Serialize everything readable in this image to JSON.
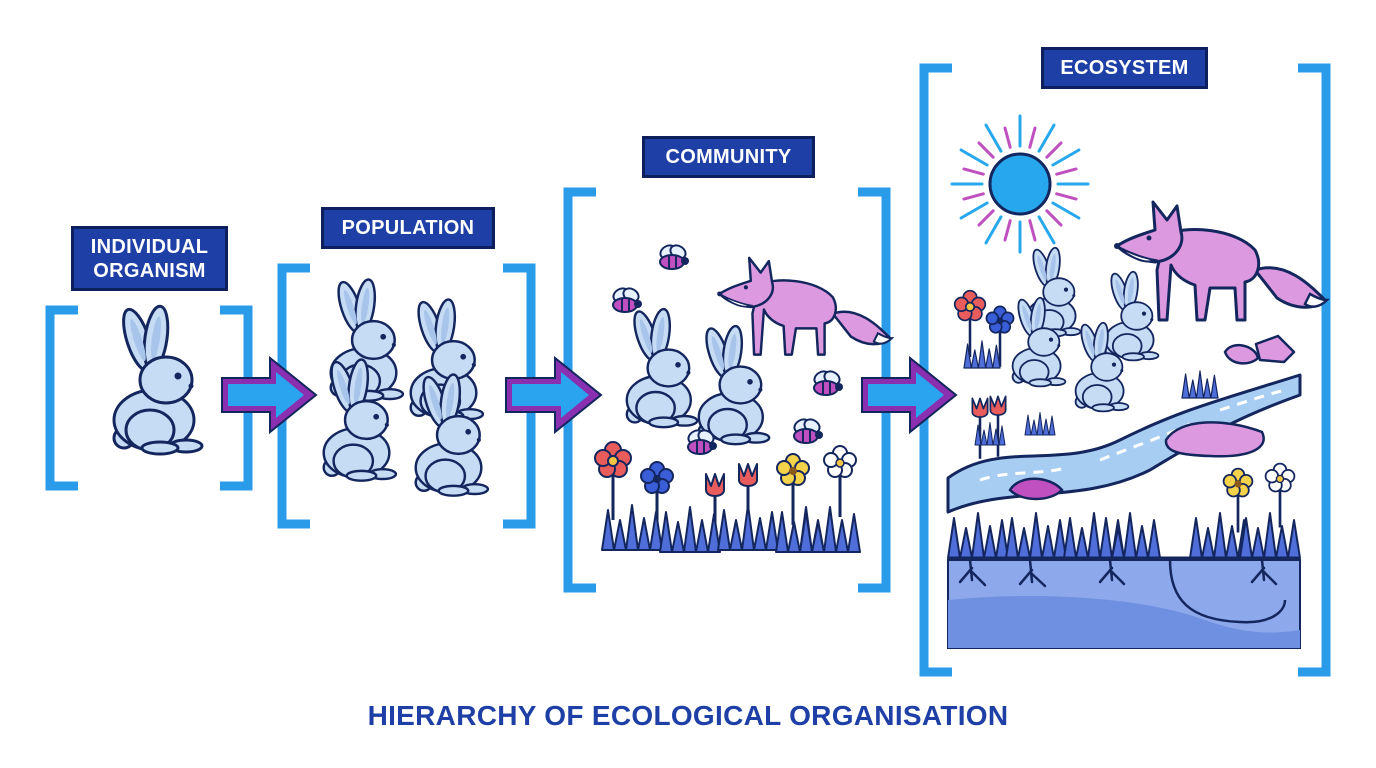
{
  "title": "HIERARCHY OF ECOLOGICAL ORGANISATION",
  "stages": [
    {
      "id": "individual",
      "label_line1": "INDIVIDUAL",
      "label_line2": "ORGANISM"
    },
    {
      "id": "population",
      "label_line1": "POPULATION"
    },
    {
      "id": "community",
      "label_line1": "COMMUNITY"
    },
    {
      "id": "ecosystem",
      "label_line1": "ECOSYSTEM"
    }
  ],
  "colors": {
    "label_bg": "#1e3fa6",
    "bracket": "#2a9be8",
    "outline": "#14265e",
    "rabbit_fill": "#c6dcf5",
    "fox_fill": "#dd99e0",
    "sun": "#27a8ee",
    "water": "#a8cdf2",
    "ground": "#6f8fe0",
    "arrow_fill": "#2aa4ef",
    "arrow_border": "#8a2fb0"
  }
}
